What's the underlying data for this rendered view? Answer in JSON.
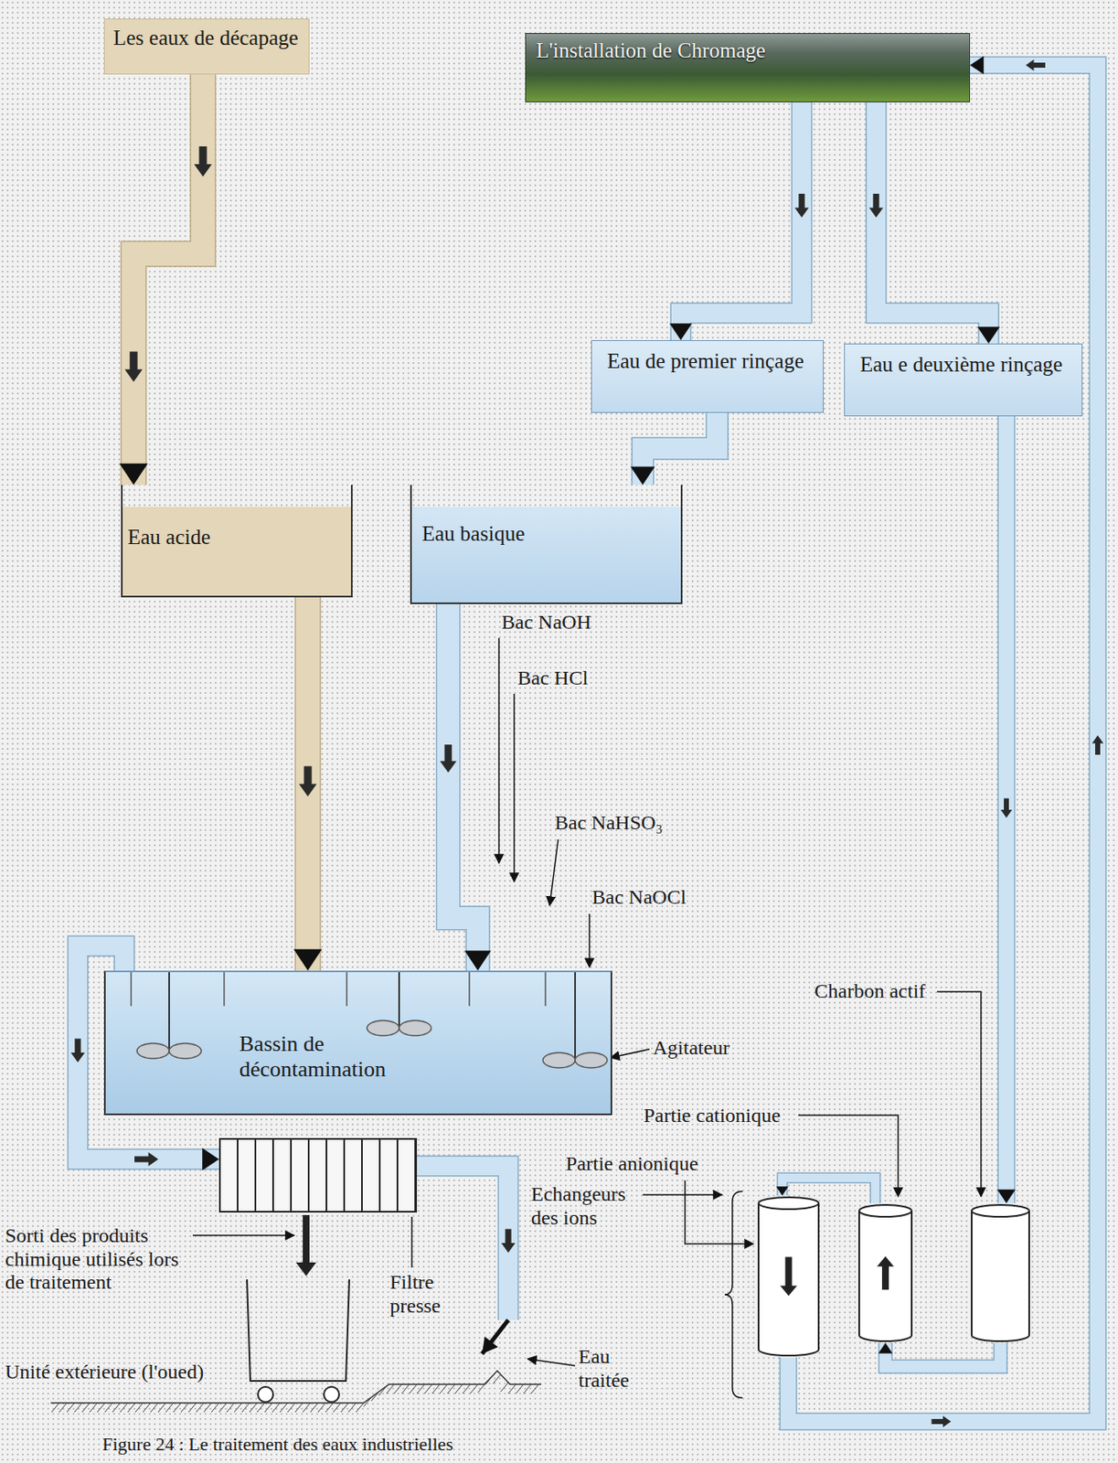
{
  "diagram": {
    "caption": "Figure 24 : Le traitement des eaux industrielles",
    "nodes": [
      {
        "text": [
          "Les eaux de décapage"
        ]
      },
      {
        "text": [
          "L'installation de Chromage"
        ]
      },
      {
        "text": [
          "Eau de premier rinçage"
        ]
      },
      {
        "text": [
          "Eau e deuxième rinçage"
        ]
      },
      {
        "text": [
          "Eau acide"
        ]
      },
      {
        "text": [
          "Eau basique"
        ]
      },
      {
        "text": [
          "Bassin de décontamination"
        ]
      },
      {
        "text": [
          "Filtre presse"
        ]
      },
      {
        "text": [
          "Partie anionique"
        ]
      },
      {
        "text": [
          "Partie cationique"
        ]
      },
      {
        "text": [
          "Charbon actif"
        ]
      },
      {
        "text": [
          "Unité extérieure (l'oued)"
        ]
      }
    ],
    "edges": [
      {
        "from": 0,
        "to": 4,
        "arrow": "to"
      },
      {
        "from": 1,
        "to": 2,
        "arrow": "to"
      },
      {
        "from": 1,
        "to": 3,
        "arrow": "to"
      },
      {
        "from": 2,
        "to": 5,
        "arrow": "to"
      },
      {
        "from": 4,
        "to": 6,
        "arrow": "to"
      },
      {
        "from": 5,
        "to": 6,
        "arrow": "to"
      },
      {
        "from": 6,
        "to": 7,
        "arrow": "to"
      },
      {
        "from": 7,
        "to": 11,
        "arrow": "to"
      },
      {
        "from": 3,
        "to": 10,
        "arrow": "to"
      },
      {
        "from": 10,
        "to": 9,
        "arrow": "to"
      },
      {
        "from": 9,
        "to": 8,
        "arrow": "to"
      },
      {
        "from": 8,
        "to": 1,
        "arrow": "to"
      }
    ],
    "labels": [
      "Bac NaOH",
      "Bac HCl",
      "Bac NaHSO₃",
      "Bac NaOCl",
      "Agitateur",
      "Sorti des produits chimique utilisés lors de traitement",
      "Echangeurs des ions",
      "Eau traitée"
    ]
  }
}
